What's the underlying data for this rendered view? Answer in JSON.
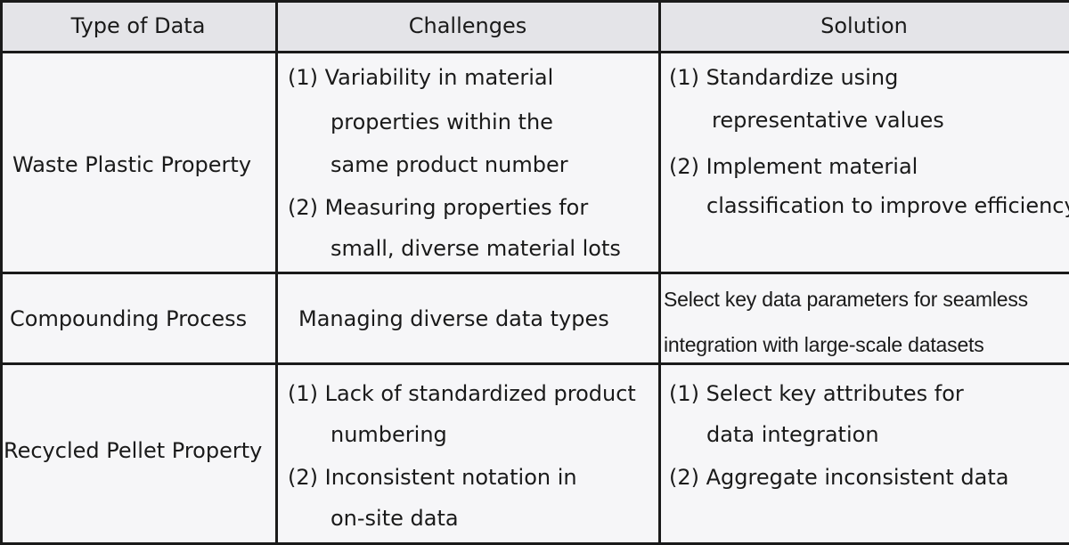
{
  "table": {
    "headers": [
      "Type of Data",
      "Challenges",
      "Solution"
    ],
    "rows": [
      {
        "type": "Waste Plastic Property",
        "challenges": [
          "(1) Variability in material",
          "properties within the",
          "same product number",
          "(2) Measuring properties for",
          "small, diverse material lots"
        ],
        "solutions": [
          "(1) Standardize using",
          "representative values",
          "(2) Implement material",
          "classification to improve efficiency"
        ]
      },
      {
        "type": "Compounding Process",
        "challenges": [
          "Managing diverse data types"
        ],
        "solutions": [
          "Select key data parameters for seamless",
          "integration with large-scale datasets"
        ]
      },
      {
        "type": "Recycled Pellet Property",
        "challenges": [
          "(1) Lack of standardized product",
          "numbering",
          "(2) Inconsistent notation in",
          "on-site data"
        ],
        "solutions": [
          "(1) Select key attributes for",
          "data integration",
          "(2) Aggregate inconsistent data"
        ]
      }
    ]
  }
}
